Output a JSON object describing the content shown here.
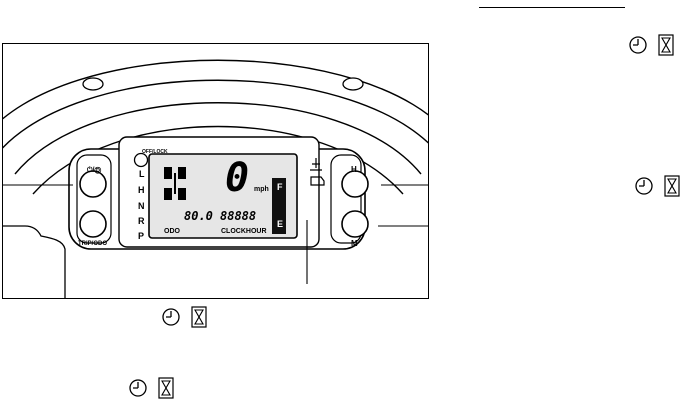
{
  "panel": {
    "left_buttons": {
      "top_label": "⏻/Ⓓ",
      "bottom_label": "TRIP/ODO"
    },
    "right_buttons": {
      "top_label": "H",
      "bottom_label": "M"
    },
    "offlock_label": "OFF/LOCK",
    "gears": [
      "L",
      "H",
      "N",
      "R",
      "P"
    ],
    "speed": "0",
    "speed_unit": "mph",
    "trip": "80.0",
    "odometer": "88888",
    "odo_label": "ODO",
    "clock_hour_label": "CLOCKHOUR",
    "fuel_full": "F",
    "fuel_empty": "E"
  },
  "symbols": {
    "clock_icon": "clock-icon",
    "hourglass_icon": "hourglass-icon"
  },
  "colors": {
    "ink": "#000000",
    "lcd_bg": "#e6e6e6",
    "lcd_border": "#000000"
  }
}
